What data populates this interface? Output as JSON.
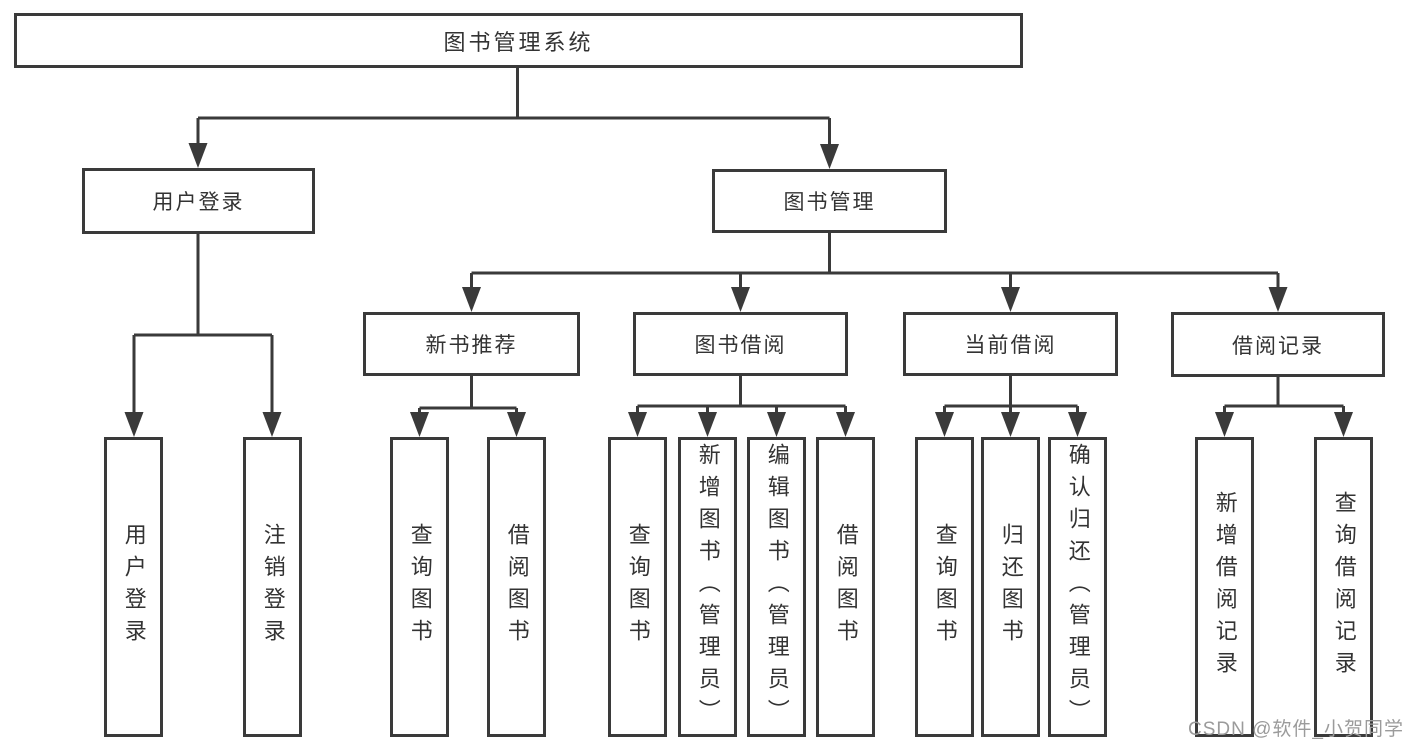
{
  "colors": {
    "line": "#3a3a3a",
    "box_border": "#3a3a3a",
    "box_fill": "#ffffff",
    "text": "#333333",
    "watermark": "#9b9b9b"
  },
  "tree": {
    "root": "图书管理系统",
    "level2": [
      {
        "label": "用户登录",
        "children": [
          "用户登录",
          "注销登录"
        ]
      },
      {
        "label": "图书管理"
      }
    ],
    "level3": [
      {
        "label": "新书推荐",
        "children": [
          "查询图书",
          "借阅图书"
        ]
      },
      {
        "label": "图书借阅",
        "children": [
          "查询图书",
          "新增图书（管理员）",
          "编辑图书（管理员）",
          "借阅图书"
        ]
      },
      {
        "label": "当前借阅",
        "children": [
          "查询图书",
          "归还图书",
          "确认归还（管理员）"
        ]
      },
      {
        "label": "借阅记录",
        "children": [
          "新增借阅记录",
          "查询借阅记录"
        ]
      }
    ],
    "watermark": "CSDN @软件_小贺同学"
  }
}
